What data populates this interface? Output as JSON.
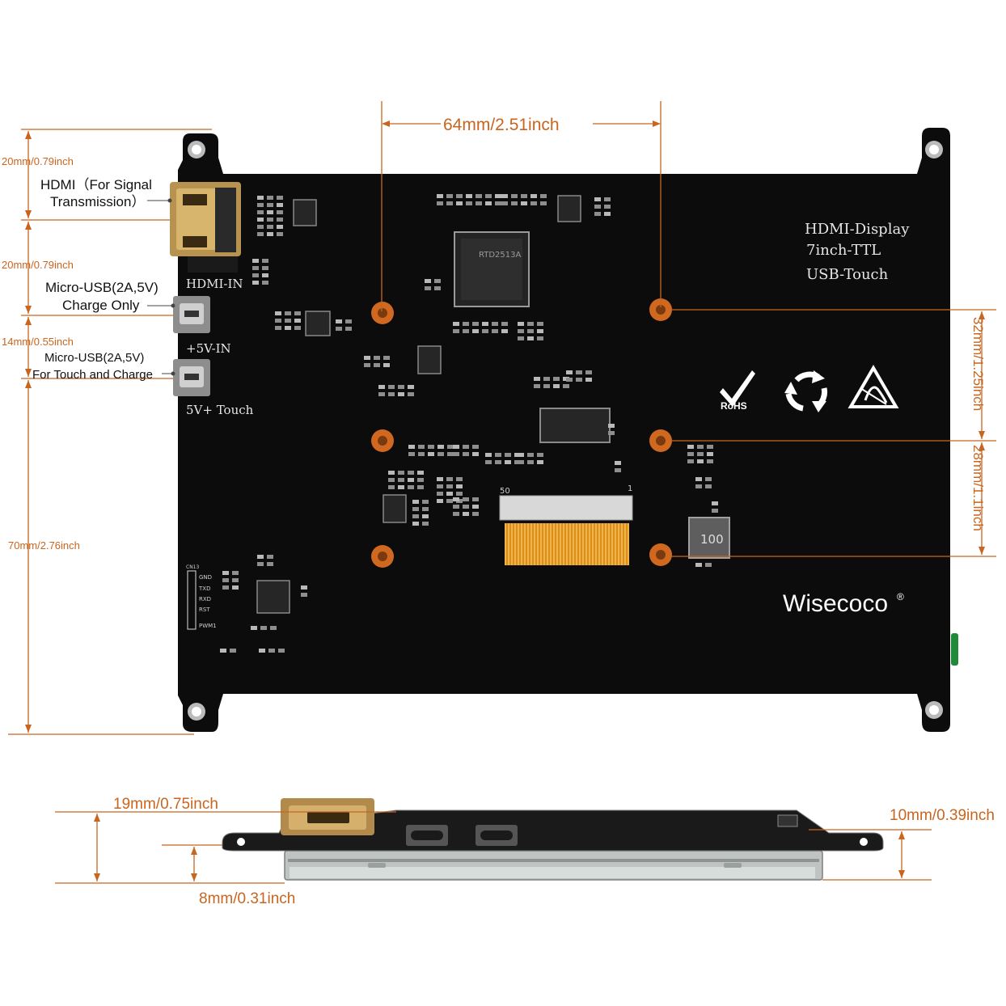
{
  "colors": {
    "dimension": "#c8651f",
    "board": "#0c0c0c",
    "copper": "#d0691f",
    "hdmi_gold": "#c9a45a",
    "label_text": "#111111",
    "silkscreen": "#e6e6e6"
  },
  "dimensions": {
    "width_top": "64mm/2.51inch",
    "left_hdmi": "20mm/0.79inch",
    "left_usb_power": "20mm/0.79inch",
    "left_usb_touch": "14mm/0.55inch",
    "left_bottom": "70mm/2.76inch",
    "right_top": "32mm/1.25inch",
    "right_bottom": "28mm/1.1inch",
    "side_total": "19mm/0.75inch",
    "side_right": "10mm/0.39inch",
    "side_lower": "8mm/0.31inch"
  },
  "port_labels": {
    "hdmi_line1": "HDMI（For Signal",
    "hdmi_line2": "Transmission）",
    "usb_power_line1": "Micro-USB(2A,5V)",
    "usb_power_line2": "Charge Only",
    "usb_touch_line1": "Micro-USB(2A,5V)",
    "usb_touch_line2": "For Touch and Charge"
  },
  "silkscreen": {
    "hdmi_in": "HDMI-IN",
    "five_v_in": "+5V-IN",
    "five_v_touch": "5V+ Touch",
    "product_line1": "HDMI-Display",
    "product_line2": "7inch-TTL",
    "product_line3": "USB-Touch",
    "brand": "Wisecoco",
    "registered": "®",
    "rohs": "RoHS",
    "chip_main": "RTD2513A",
    "inductor": "100",
    "header_pins": [
      "GND",
      "TXD",
      "RXD",
      "RST",
      "PWM1"
    ],
    "header_ref": "CN13",
    "fpc_pin_left": "50",
    "fpc_pin_right": "1"
  },
  "icons": [
    "rohs-check-icon",
    "recycle-icon",
    "esd-warning-icon"
  ]
}
